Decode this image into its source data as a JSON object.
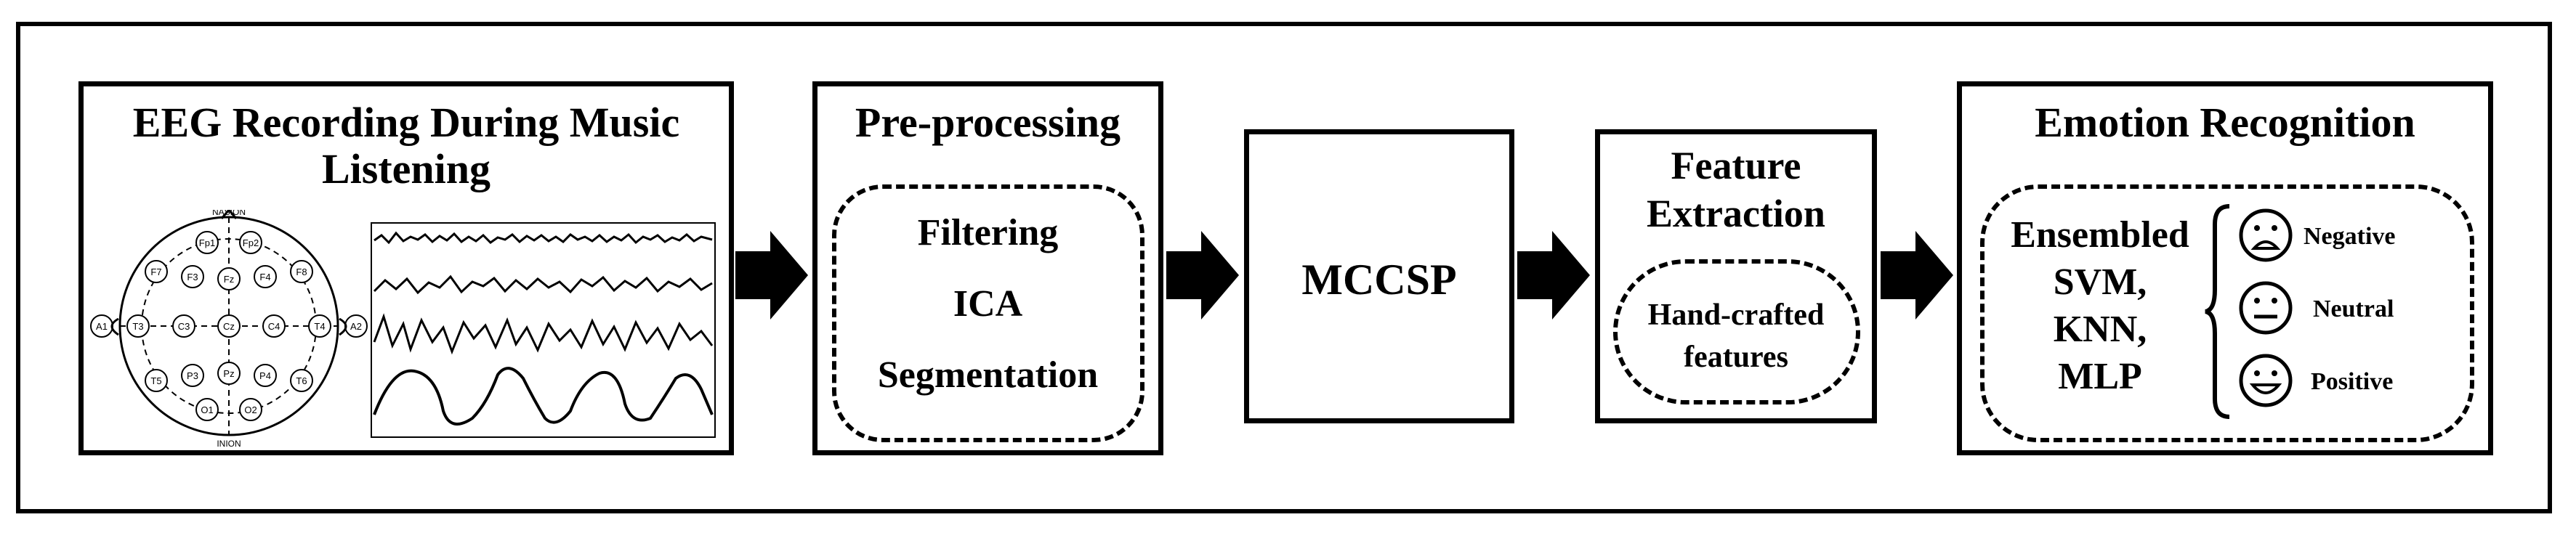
{
  "eeg": {
    "title_line1": "EEG Recording During Music",
    "title_line2": "Listening",
    "head_labels": {
      "nasion": "NASION",
      "inion": "INION",
      "electrodes": [
        "Fp1",
        "Fp2",
        "F7",
        "F3",
        "Fz",
        "F4",
        "F8",
        "A1",
        "T3",
        "C3",
        "Cz",
        "C4",
        "T4",
        "A2",
        "T5",
        "P3",
        "Pz",
        "P4",
        "T6",
        "O1",
        "O2"
      ]
    }
  },
  "preprocessing": {
    "title": "Pre-processing",
    "steps": [
      "Filtering",
      "ICA",
      "Segmentation"
    ]
  },
  "mccsp": {
    "label": "MCCSP"
  },
  "feature": {
    "title_line1": "Feature",
    "title_line2": "Extraction",
    "inner_line1": "Hand-crafted",
    "inner_line2": "features"
  },
  "emotion": {
    "title": "Emotion Recognition",
    "classifiers": [
      "Ensembled",
      "SVM,",
      "KNN,",
      "MLP"
    ],
    "classes": [
      "Negative",
      "Neutral",
      "Positive"
    ]
  }
}
